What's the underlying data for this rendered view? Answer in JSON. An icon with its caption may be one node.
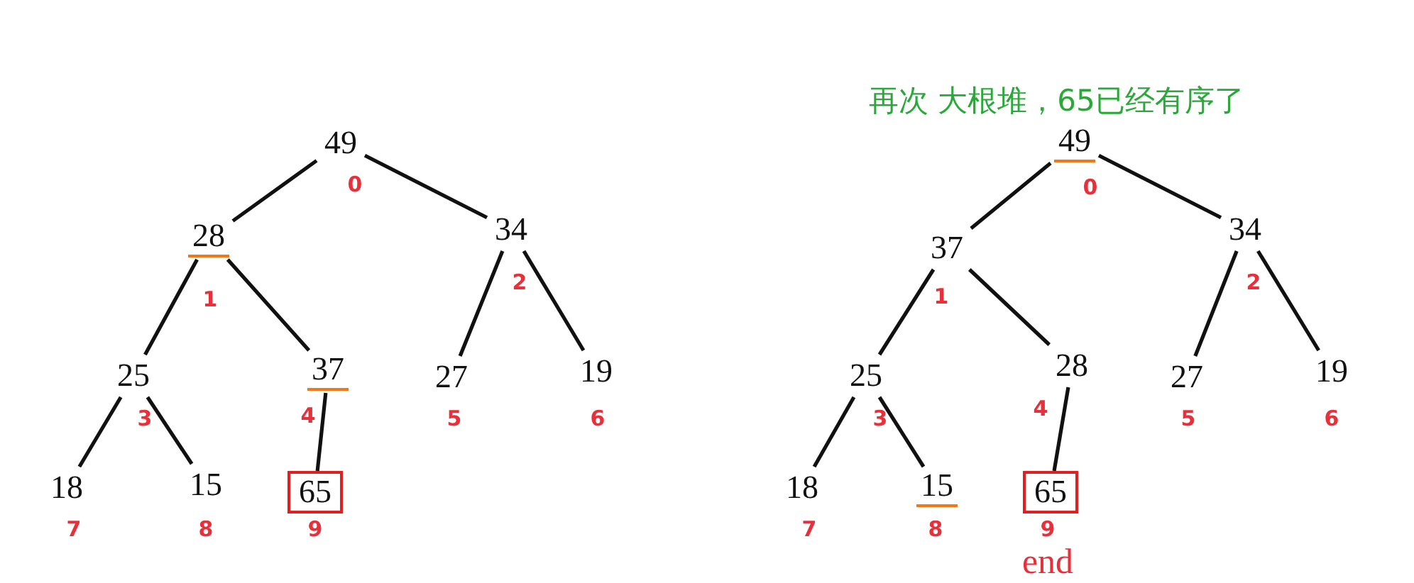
{
  "diagram": {
    "nodes": [
      {
        "text": [
          "49"
        ],
        "beside": [
          "0"
        ]
      },
      {
        "text": [
          "28"
        ],
        "beside": [
          "1"
        ]
      },
      {
        "text": [
          "34"
        ],
        "beside": [
          "2"
        ]
      },
      {
        "text": [
          "25"
        ],
        "beside": [
          "3"
        ]
      },
      {
        "text": [
          "37"
        ],
        "beside": [
          "4"
        ]
      },
      {
        "text": [
          "27"
        ],
        "beside": [
          "5"
        ]
      },
      {
        "text": [
          "19"
        ],
        "beside": [
          "6"
        ]
      },
      {
        "text": [
          "18"
        ],
        "beside": [
          "7"
        ]
      },
      {
        "text": [
          "15"
        ],
        "beside": [
          "8"
        ]
      },
      {
        "text": [
          "65"
        ],
        "beside": [
          "9"
        ]
      },
      {
        "text": [
          "49"
        ],
        "beside": [
          "0"
        ]
      },
      {
        "text": [
          "37"
        ],
        "beside": [
          "1"
        ]
      },
      {
        "text": [
          "34"
        ],
        "beside": [
          "2"
        ]
      },
      {
        "text": [
          "25"
        ],
        "beside": [
          "3"
        ]
      },
      {
        "text": [
          "28"
        ],
        "beside": [
          "4"
        ]
      },
      {
        "text": [
          "27"
        ],
        "beside": [
          "5"
        ]
      },
      {
        "text": [
          "19"
        ],
        "beside": [
          "6"
        ]
      },
      {
        "text": [
          "18"
        ],
        "beside": [
          "7"
        ]
      },
      {
        "text": [
          "15"
        ],
        "beside": [
          "8"
        ]
      },
      {
        "text": [
          "65"
        ],
        "beside": [
          "9",
          "end"
        ]
      }
    ],
    "edges": [
      {
        "from": 0,
        "to": 1,
        "arrow": "none"
      },
      {
        "from": 0,
        "to": 2,
        "arrow": "none"
      },
      {
        "from": 1,
        "to": 3,
        "arrow": "none"
      },
      {
        "from": 1,
        "to": 4,
        "arrow": "none"
      },
      {
        "from": 2,
        "to": 5,
        "arrow": "none"
      },
      {
        "from": 2,
        "to": 6,
        "arrow": "none"
      },
      {
        "from": 3,
        "to": 7,
        "arrow": "none"
      },
      {
        "from": 3,
        "to": 8,
        "arrow": "none"
      },
      {
        "from": 4,
        "to": 9,
        "arrow": "none"
      },
      {
        "from": 10,
        "to": 11,
        "arrow": "none"
      },
      {
        "from": 10,
        "to": 12,
        "arrow": "none"
      },
      {
        "from": 11,
        "to": 13,
        "arrow": "none"
      },
      {
        "from": 11,
        "to": 14,
        "arrow": "none"
      },
      {
        "from": 12,
        "to": 15,
        "arrow": "none"
      },
      {
        "from": 12,
        "to": 16,
        "arrow": "none"
      },
      {
        "from": 13,
        "to": 17,
        "arrow": "none"
      },
      {
        "from": 13,
        "to": 18,
        "arrow": "none"
      },
      {
        "from": 14,
        "to": 19,
        "arrow": "none"
      }
    ],
    "labels": [
      "再次 大根堆，65已经有序了"
    ]
  }
}
